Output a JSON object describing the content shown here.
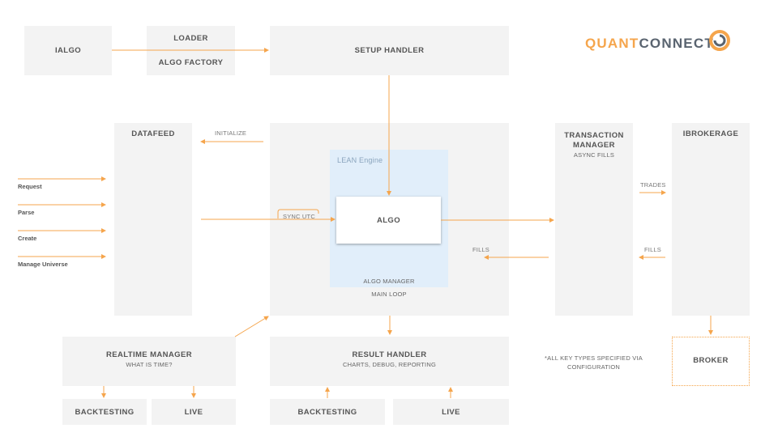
{
  "logo": {
    "part1": "QUANT",
    "part2": "CONNECT",
    "icon": "quantconnect-logo-icon"
  },
  "boxes": {
    "ialgo": "IALGO",
    "loader": "LOADER",
    "algo_factory": "ALGO FACTORY",
    "setup_handler": "SETUP HANDLER",
    "datafeed": "DATAFEED",
    "transaction_manager_line1": "TRANSACTION",
    "transaction_manager_line2": "MANAGER",
    "transaction_manager_sub": "ASYNC FILLS",
    "ibrokerage": "IBROKERAGE",
    "lean_engine": "LEAN Engine",
    "algo": "ALGO",
    "algo_manager": "ALGO MANAGER",
    "main_loop": "MAIN LOOP",
    "realtime_manager": "REALTIME MANAGER",
    "realtime_manager_sub": "WHAT IS TIME?",
    "result_handler": "RESULT HANDLER",
    "result_handler_sub": "CHARTS, DEBUG, REPORTING",
    "backtesting_1": "BACKTESTING",
    "live_1": "LIVE",
    "backtesting_2": "BACKTESTING",
    "live_2": "LIVE",
    "broker": "BROKER"
  },
  "arrow_labels": {
    "initialize": "INITIALIZE",
    "sync_utc": "SYNC UTC",
    "fills_left": "FILLS",
    "trades": "TRADES",
    "fills_right": "FILLS"
  },
  "datafeed_inputs": [
    "Request",
    "Parse",
    "Create",
    "Manage Universe"
  ],
  "note_line1": "*ALL KEY TYPES SPECIFIED VIA",
  "note_line2": "CONFIGURATION",
  "colors": {
    "accent": "#f5a54c",
    "box": "#f3f3f3",
    "lean_engine": "#e1eefa",
    "logo_text": "#5a6470"
  }
}
